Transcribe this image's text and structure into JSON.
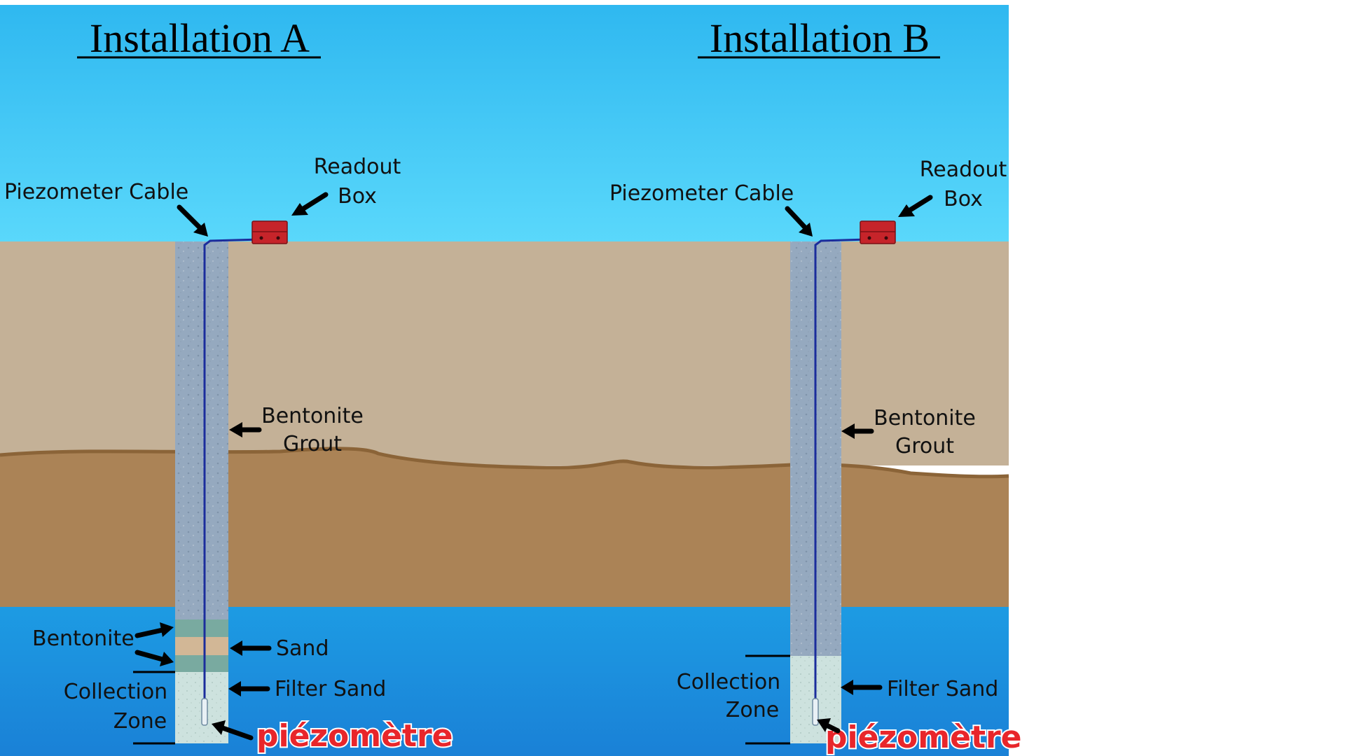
{
  "installation_a": {
    "title": "Installation A",
    "piezometer_cable": "Piezometer Cable",
    "readout_box_line1": "Readout",
    "readout_box_line2": "Box",
    "bentonite_grout_line1": "Bentonite",
    "bentonite_grout_line2": "Grout",
    "bentonite": "Bentonite",
    "sand": "Sand",
    "filter_sand": "Filter Sand",
    "collection_zone_line1": "Collection",
    "collection_zone_line2": "Zone",
    "piezometre": "piézomètre"
  },
  "installation_b": {
    "title": "Installation B",
    "piezometer_cable": "Piezometer Cable",
    "readout_box_line1": "Readout",
    "readout_box_line2": "Box",
    "bentonite_grout_line1": "Bentonite",
    "bentonite_grout_line2": "Grout",
    "filter_sand": "Filter Sand",
    "collection_zone_line1": "Collection",
    "collection_zone_line2": "Zone",
    "piezometre": "piézomètre"
  },
  "colors": {
    "sky_top": "#2fb8f0",
    "sky_bottom": "#5ad8fb",
    "upper_soil": "#c4b197",
    "lower_soil": "#ab8356",
    "water": "#1e92de",
    "grout": "#95a9bf",
    "filter_sand": "#cde2de",
    "bentonite_seal": "#79aaa0",
    "sand_layer": "#d2b796",
    "readout_box": "#c6242a",
    "cable": "#1b2d9c",
    "piezometre_text": "#e8262b"
  }
}
